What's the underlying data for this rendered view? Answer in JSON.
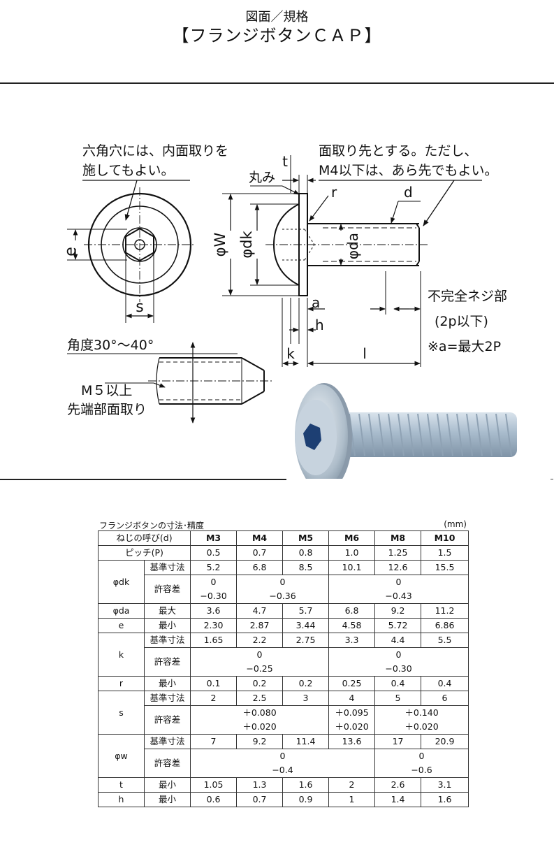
{
  "header": {
    "line1": "図面／規格",
    "line2": "【フランジボタンＣＡＰ】"
  },
  "drawing": {
    "note_hex": [
      "六角穴には、内面取りを",
      "施してもよい。"
    ],
    "note_chamfer": [
      "面取り先とする。ただし、",
      "M4以下は、あら先でもよい。"
    ],
    "label_t": "t",
    "label_maru": "丸み",
    "label_r": "r",
    "label_d": "d",
    "label_phiW": "φW",
    "label_phidk": "φdk",
    "label_phida": "φda",
    "label_e": "e",
    "label_s": "s",
    "label_a": "a",
    "label_h": "h",
    "label_k": "k",
    "label_l": "l",
    "note_thread": [
      "不完全ネジ部",
      "(2p以下)",
      "※a=最大2P"
    ],
    "note_angle": "角度30°～40°",
    "note_m5": [
      "M５以上",
      "先端部面取り"
    ]
  },
  "table": {
    "caption": "フランジボタンの寸法･精度",
    "unit": "(mm)",
    "header_label": "ねじの呼び(d)",
    "sizes": [
      "M3",
      "M4",
      "M5",
      "M6",
      "M8",
      "M10"
    ],
    "pitch": {
      "label": "ピッチ(P)",
      "values": [
        "0.5",
        "0.7",
        "0.8",
        "1.0",
        "1.25",
        "1.5"
      ]
    },
    "dk": {
      "label": "φdk",
      "std_label": "基準寸法",
      "std": [
        "5.2",
        "6.8",
        "8.5",
        "10.1",
        "12.6",
        "15.5"
      ],
      "tol_label": "許容差",
      "tol_a_top": "0",
      "tol_a_bot": "−0.30",
      "tol_b_top": "0",
      "tol_b_bot": "−0.36",
      "tol_c_top": "0",
      "tol_c_bot": "−0.43"
    },
    "da": {
      "label": "φda",
      "sub": "最大",
      "values": [
        "3.6",
        "4.7",
        "5.7",
        "6.8",
        "9.2",
        "11.2"
      ]
    },
    "e": {
      "label": "e",
      "sub": "最小",
      "values": [
        "2.30",
        "2.87",
        "3.44",
        "4.58",
        "5.72",
        "6.86"
      ]
    },
    "k": {
      "label": "k",
      "std_label": "基準寸法",
      "std": [
        "1.65",
        "2.2",
        "2.75",
        "3.3",
        "4.4",
        "5.5"
      ],
      "tol_label": "許容差",
      "tol_a_top": "0",
      "tol_a_bot": "−0.25",
      "tol_b_top": "0",
      "tol_b_bot": "−0.30"
    },
    "r": {
      "label": "r",
      "sub": "最小",
      "values": [
        "0.1",
        "0.2",
        "0.2",
        "0.25",
        "0.4",
        "0.4"
      ]
    },
    "s": {
      "label": "s",
      "std_label": "基準寸法",
      "std": [
        "2",
        "2.5",
        "3",
        "4",
        "5",
        "6"
      ],
      "tol_label": "許容差",
      "tol_a_top": "＋0.080",
      "tol_a_bot": "＋0.020",
      "tol_b_top": "＋0.095",
      "tol_b_bot": "＋0.020",
      "tol_c_top": "＋0.140",
      "tol_c_bot": "＋0.020"
    },
    "w": {
      "label": "φw",
      "std_label": "基準寸法",
      "std": [
        "7",
        "9.2",
        "11.4",
        "13.6",
        "17",
        "20.9"
      ],
      "tol_label": "許容差",
      "tol_a_top": "0",
      "tol_a_bot": "−0.4",
      "tol_b_top": "0",
      "tol_b_bot": "−0.6"
    },
    "t": {
      "label": "t",
      "sub": "最小",
      "values": [
        "1.05",
        "1.3",
        "1.6",
        "2",
        "2.6",
        "3.1"
      ]
    },
    "h": {
      "label": "h",
      "sub": "最小",
      "values": [
        "0.6",
        "0.7",
        "0.9",
        "1",
        "1.4",
        "1.6"
      ]
    }
  }
}
